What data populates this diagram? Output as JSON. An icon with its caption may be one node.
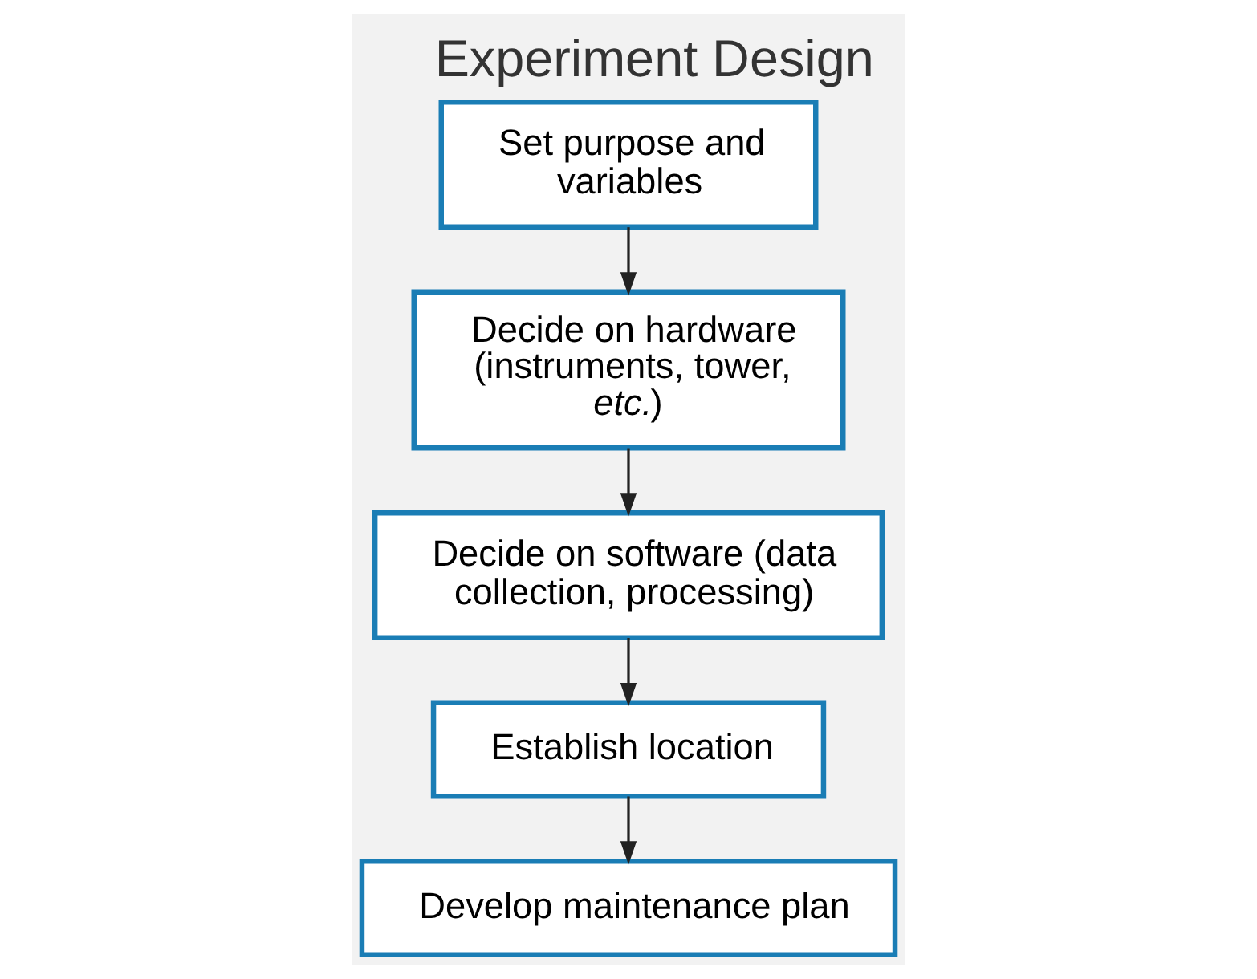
{
  "diagram": {
    "title": "Experiment Design",
    "nodes": [
      {
        "text": [
          "Set purpose and variables"
        ]
      },
      {
        "text": [
          "Decide on hardware (instruments, tower, *etc.*)"
        ]
      },
      {
        "text": [
          "Decide on software (data collection, processing)"
        ]
      },
      {
        "text": [
          "Establish location"
        ]
      },
      {
        "text": [
          "Develop maintenance plan"
        ]
      }
    ],
    "edges": [
      {
        "from": 0,
        "to": 1,
        "arrow": "to"
      },
      {
        "from": 1,
        "to": 2,
        "arrow": "to"
      },
      {
        "from": 2,
        "to": 3,
        "arrow": "to"
      },
      {
        "from": 3,
        "to": 4,
        "arrow": "to"
      }
    ]
  }
}
